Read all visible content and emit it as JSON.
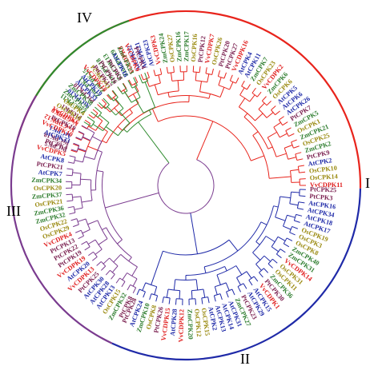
{
  "figure": {
    "background": "#ffffff",
    "group_colors": {
      "I": "#e8241c",
      "II": "#1f2aa8",
      "III": "#7a3b8f",
      "IV": "#2e8b2e"
    },
    "species_colors": {
      "At": "#1f2aa8",
      "Os": "#9a8a10",
      "Zm": "#2e7d2e",
      "Pt": "#7a1f4f",
      "Vv": "#e01f1f"
    }
  },
  "groups": [
    {
      "id": "I",
      "label": "I",
      "leaves": [
        "PtCPK5",
        "PtCPK18",
        "AtCPK1",
        "VvCDPK12",
        "VvCDPK9",
        "PtCPK1",
        "ZmCPK11",
        "AtCPK10",
        "PtCPK10",
        "ZmCPK1",
        "ZmCPK15",
        "OsCPK24",
        "ZmCPK18",
        "ZmCPK13",
        "ZmCPK19",
        "VvCDPK8",
        "AtCPK32",
        "AtCPK21",
        "AtCPK23",
        "VvCDPK3",
        "ZmCPK24",
        "OsCPK27",
        "ZmCPK16",
        "ZmCPK17",
        "OsCPK16",
        "PtCPK12",
        "VvCDPK7",
        "OsCPK26",
        "PtCPK20",
        "PtCPK27",
        "VvCDPK16",
        "AtCPK4",
        "AtCPK11",
        "ZmCPK7",
        "OsCPK23",
        "VvCDPK2",
        "ZmCPK6",
        "OsCPK6",
        "AtCPK5",
        "AtCPK6",
        "AtCPK26",
        "PtCPK7",
        "ZmCPK5",
        "OsCPK1",
        "ZmCPK21",
        "OsCPK25",
        "ZmCPK2",
        "PtCPK9",
        "AtCPK2",
        "OsCPK10",
        "OsCPK14",
        "VvCDPK11"
      ]
    },
    {
      "id": "II",
      "label": "II",
      "leaves": [
        "PtCPK25",
        "PtCPK3",
        "AtCPK16",
        "AtCPK34",
        "AtCPK18",
        "AtCPK17",
        "OsCPK19",
        "OsCPK3",
        "OsCPK8",
        "ZmCPK40",
        "ZmCPK31",
        "VvCDPK14",
        "OsCPK31",
        "OsCPK11",
        "ZmCPK36",
        "PtCPK30",
        "VvCDPK1",
        "AtCPK15",
        "AtCPK29",
        "PtCPK23",
        "ZmCPK27",
        "AtCPK31",
        "AtCPK14",
        "AtCPK13",
        "AtCPK2",
        "OsCPK15",
        "OsCPK12",
        "ZmCPK20",
        "VvCDPK12",
        "AtCPK28",
        "VvCDPK15",
        "PtCPK26",
        "OsCPK8",
        "ZmCPK10",
        "AtCPK24",
        "PtCPK28"
      ]
    },
    {
      "id": "III",
      "label": "III",
      "leaves": [
        "PtCPK8",
        "ZmCPK32",
        "OsCPK15",
        "AtCPK13",
        "AtCPK28",
        "AtCPK30",
        "PtCPK25",
        "VvCDPK13",
        "AtCPK20",
        "VvCDPK19",
        "PtCPK19",
        "PtCPK22",
        "PtCPK13",
        "VvCDPK4",
        "OsCPK29",
        "OsCPK22",
        "ZmCPK32",
        "ZmCPK36",
        "OsCPK21",
        "ZmCPK37",
        "OsCPK20",
        "ZmCPK34",
        "AtCPK7",
        "PtCPK21",
        "AtCPK8",
        "VvCDPK5",
        "PtCPK4",
        "AtCPK33",
        "VvCDPK10",
        "PtCPK19",
        "VvCDPK6"
      ]
    },
    {
      "id": "IV",
      "label": "IV",
      "leaves": [
        "OsCPK18",
        "OsCPK4",
        "ZmCPK22",
        "ZmCPK38",
        "AtCPK33",
        "AtCPK19",
        "VvCDPK18",
        "PtCPK17",
        "PtCPK16",
        "PtCPK6",
        "AtCPK16",
        "ZmCPK23",
        "VvCDPK9",
        "PtCPK4"
      ]
    }
  ]
}
